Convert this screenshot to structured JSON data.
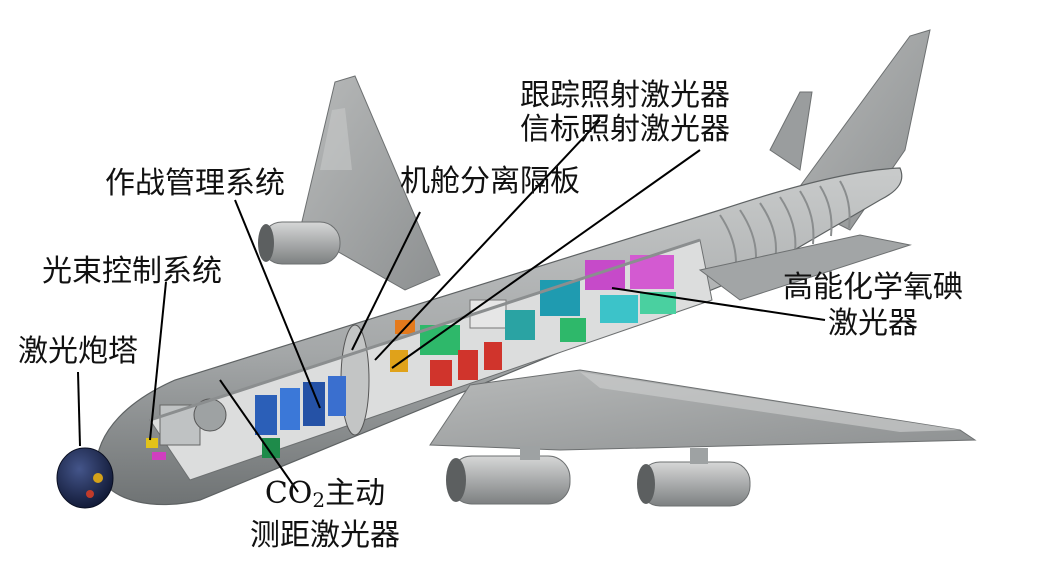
{
  "labels": {
    "turret": "激光炮塔",
    "beam_control": "光束控制系统",
    "battle_management": "作战管理系统",
    "bulkhead": "机舱分离隔板",
    "tracking_laser": "跟踪照射激光器",
    "beacon_laser": "信标照射激光器",
    "coil_line1": "高能化学氧碘",
    "coil_line2": "激光器",
    "co2_prefix": "CO",
    "co2_sub": "2",
    "co2_suffix": "主动",
    "co2_line2": "测距激光器"
  },
  "colors": {
    "airframe": "#a9abab",
    "airframe_dark": "#7c7f80",
    "cabin": "#d8d9d9",
    "turret": "#1d2a55",
    "leader": "#000000"
  }
}
